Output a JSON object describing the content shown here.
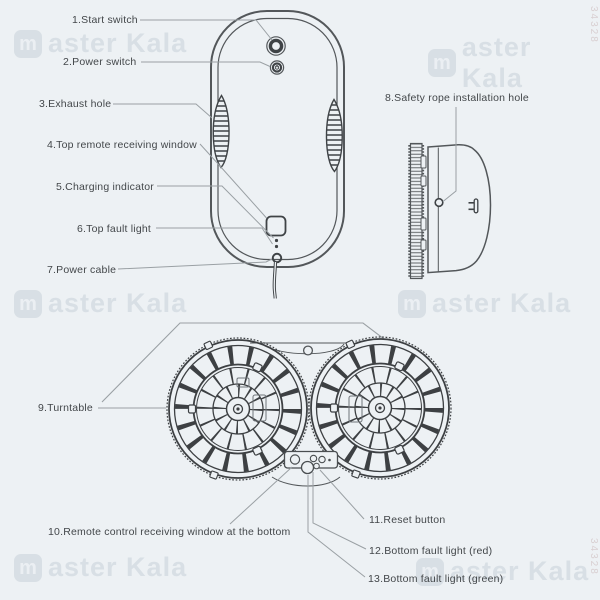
{
  "figure_title": "window-cleaning-robot parts diagram",
  "colors": {
    "background": "#edf1f4",
    "body_line": "#53575a",
    "wheel_line": "#3d4043",
    "leader_line": "#9aa0a4",
    "label_text": "#43474a"
  },
  "callouts": [
    {
      "label": "1.Start switch"
    },
    {
      "label": "2.Power switch"
    },
    {
      "label": "3.Exhaust hole"
    },
    {
      "label": "4.Top remote receiving window"
    },
    {
      "label": "5.Charging indicator"
    },
    {
      "label": "6.Top fault light"
    },
    {
      "label": "7.Power cable"
    },
    {
      "label": "8.Safety rope installation hole"
    },
    {
      "label": "9.Turntable"
    },
    {
      "label": "10.Remote control receiving window at the bottom"
    },
    {
      "label": "11.Reset button"
    },
    {
      "label": "12.Bottom fault light (red)"
    },
    {
      "label": "13.Bottom fault light (green)"
    }
  ],
  "watermark": {
    "logo_letter": "m",
    "text": "aster Kala",
    "edge_code": "34328"
  }
}
